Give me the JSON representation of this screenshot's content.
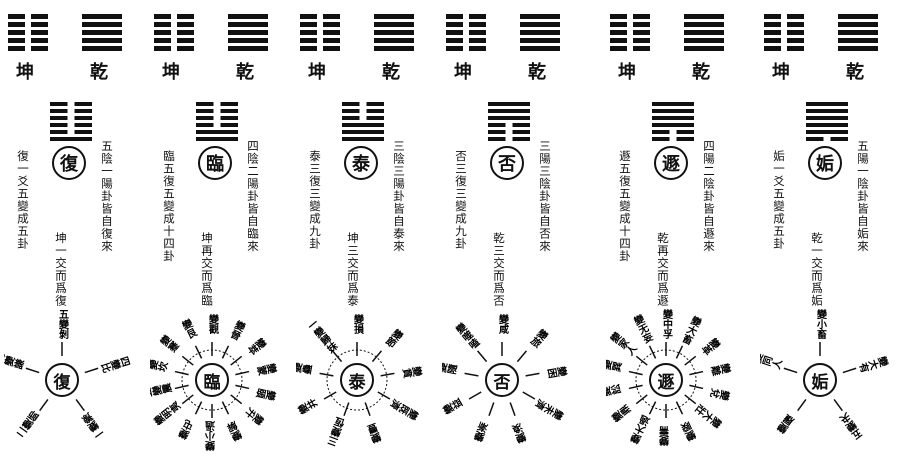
{
  "panels": [
    {
      "kun": "坤",
      "qian": "乾",
      "hexagram": "復",
      "upper": [
        0,
        0,
        0
      ],
      "lower": [
        0,
        0,
        1
      ],
      "note1": "五陰一陽卦皆自復來",
      "note2": "復一爻五變成五卦",
      "note3": "坤一交而爲復",
      "rays": [
        "五變剝",
        "四變比",
        "一變豫",
        "二變師",
        "三變謙"
      ]
    },
    {
      "kun": "坤",
      "qian": "乾",
      "hexagram": "臨",
      "upper": [
        0,
        0,
        0
      ],
      "lower": [
        0,
        1,
        1
      ],
      "note1": "四陰二陽卦皆自臨來",
      "note2": "臨五復五變成十四卦",
      "note3": "坤再交而爲臨",
      "rays": [
        "變觀",
        "變晉",
        "變萃",
        "變蒙",
        "變頤",
        "變升",
        "變解",
        "變小過",
        "變屯",
        "變明夷",
        "五變震",
        "變坎",
        "變蹇",
        "變艮"
      ]
    },
    {
      "kun": "坤",
      "qian": "乾",
      "hexagram": "泰",
      "upper": [
        0,
        0,
        0
      ],
      "lower": [
        1,
        1,
        1
      ],
      "note1": "三陰三陽卦皆自泰來",
      "note2": "泰三復三變成九卦",
      "note3": "坤三交而爲泰",
      "rays": [
        "變損",
        "變節",
        "變賁",
        "變既濟",
        "變豐",
        "三變恆",
        "變井",
        "變蠱",
        "一變歸妹"
      ]
    },
    {
      "kun": "坤",
      "qian": "乾",
      "hexagram": "否",
      "upper": [
        1,
        1,
        1
      ],
      "lower": [
        0,
        0,
        0
      ],
      "note1": "三陽三陰卦皆自否來",
      "note2": "否三復三變成九卦",
      "note3": "乾三交而爲否",
      "rays": [
        "變咸",
        "變旅",
        "變困",
        "變未濟",
        "變渙",
        "變漸",
        "變益",
        "變隨",
        "變噬嗑"
      ]
    },
    {
      "kun": "坤",
      "qian": "乾",
      "hexagram": "遯",
      "upper": [
        1,
        1,
        1
      ],
      "lower": [
        1,
        0,
        0
      ],
      "note1": "四陽二陰卦皆自遯來",
      "note2": "遯五復五變成十四卦",
      "note3": "乾再交而爲遯",
      "rays": [
        "變中孚",
        "變大畜",
        "變革",
        "變離",
        "變兌",
        "變大壯",
        "變睽",
        "變需",
        "變大過",
        "變鼎",
        "變訟",
        "變巽",
        "變家人",
        "變无妄"
      ]
    },
    {
      "kun": "坤",
      "qian": "乾",
      "hexagram": "姤",
      "upper": [
        1,
        1,
        1
      ],
      "lower": [
        1,
        1,
        0
      ],
      "note1": "五陽一陰卦皆自姤來",
      "note2": "姤一爻五變成五卦",
      "note3": "乾一交而爲姤",
      "rays": [
        "變小畜",
        "變大有",
        "五變夬",
        "變履",
        "變同人"
      ]
    }
  ]
}
